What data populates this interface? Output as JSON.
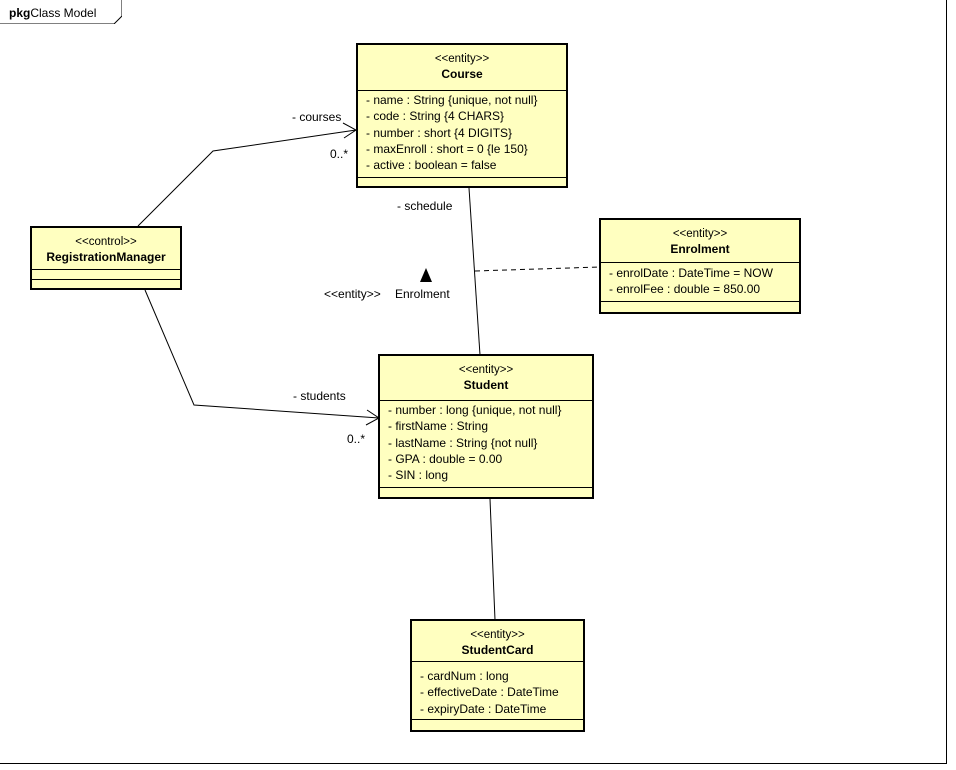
{
  "package": {
    "keyword": "pkg",
    "name": "Class Model"
  },
  "classes": {
    "course": {
      "stereotype": "<<entity>>",
      "name": "Course",
      "attributes": [
        "- name : String {unique, not null}",
        "- code : String {4 CHARS}",
        "- number : short {4 DIGITS}",
        "- maxEnroll : short = 0 {le 150}",
        "- active : boolean = false"
      ]
    },
    "registration_manager": {
      "stereotype": "<<control>>",
      "name": "RegistrationManager",
      "attributes": []
    },
    "enrolment": {
      "stereotype": "<<entity>>",
      "name": "Enrolment",
      "attributes": [
        "- enrolDate : DateTime = NOW",
        "- enrolFee : double = 850.00"
      ]
    },
    "student": {
      "stereotype": "<<entity>>",
      "name": "Student",
      "attributes": [
        "- number : long {unique, not null}",
        "- firstName : String",
        "- lastName : String {not null}",
        "- GPA : double = 0.00",
        "- SIN : long"
      ]
    },
    "student_card": {
      "stereotype": "<<entity>>",
      "name": "StudentCard",
      "attributes": [
        "- cardNum : long",
        "- effectiveDate : DateTime",
        "- expiryDate : DateTime"
      ]
    }
  },
  "associations": {
    "courses": {
      "role": "- courses",
      "multiplicity": "0..*"
    },
    "students": {
      "role": "- students",
      "multiplicity": "0..*"
    },
    "schedule": {
      "role": "- schedule",
      "association_stereotype": "<<entity>>",
      "association_name": "Enrolment"
    }
  }
}
